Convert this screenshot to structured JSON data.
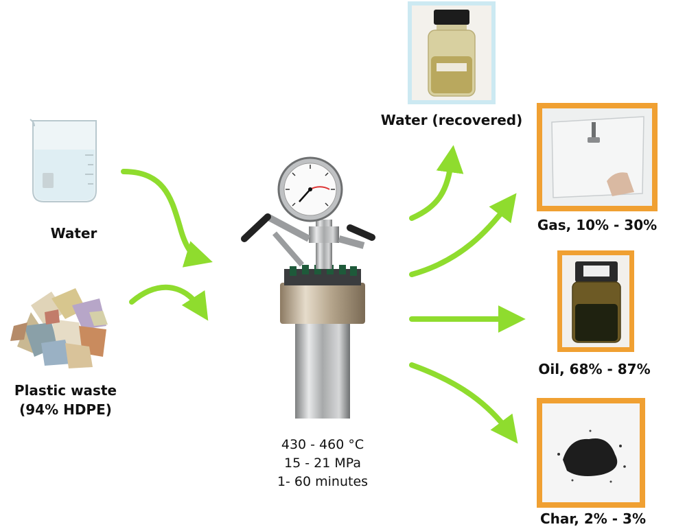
{
  "inputs": {
    "water_label": "Water",
    "plastic_label_line1": "Plastic waste",
    "plastic_label_line2": "(94% HDPE)"
  },
  "reactor": {
    "conditions": [
      "430 - 460 °C",
      "15 - 21 MPa",
      "1- 60 minutes"
    ]
  },
  "outputs": {
    "water_recovered": "Water (recovered)",
    "gas": "Gas, 10% - 30%",
    "oil": "Oil, 68% - 87%",
    "char": "Char, 2% - 3%"
  },
  "colors": {
    "arrow": "#8fdc2e",
    "product_frame": "#f0a032",
    "water_frame": "#cce9f2"
  },
  "icons": [
    "beaker-icon",
    "plastic-shreds-icon",
    "reactor-icon",
    "pressure-gauge-icon",
    "bottle-icon",
    "gas-bag-icon",
    "oil-jar-icon",
    "char-pile-icon"
  ]
}
